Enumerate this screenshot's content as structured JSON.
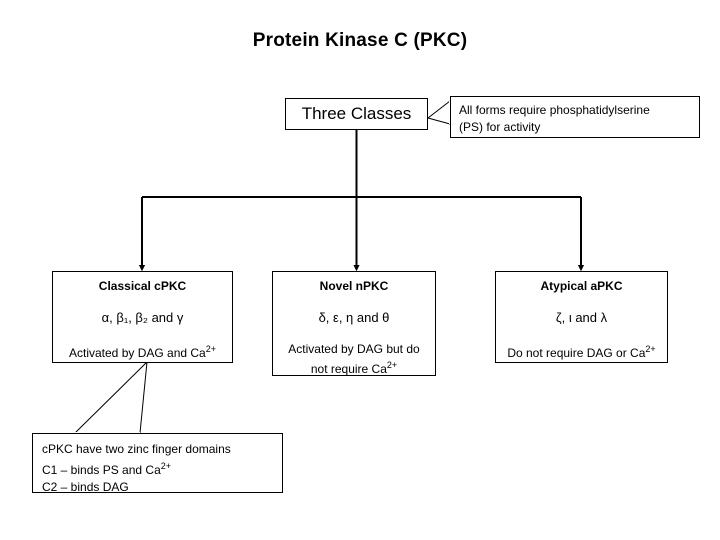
{
  "slide": {
    "title": "Protein Kinase C (PKC)",
    "background": "#ffffff",
    "line_color": "#000000"
  },
  "root": {
    "label": "Three Classes"
  },
  "callout_top": {
    "line1": "All forms require phosphatidylserine",
    "line2": "(PS) for activity"
  },
  "classes": [
    {
      "heading": "Classical cPKC",
      "isoforms": "α, β₁, β₂ and γ",
      "note_line1": "Activated by DAG and Ca",
      "note_sup1": "2+",
      "note_line2": "",
      "note_sup2": ""
    },
    {
      "heading": "Novel nPKC",
      "isoforms": "δ, ε, η and θ",
      "note_line1": "Activated by DAG but do",
      "note_sup1": "",
      "note_line2": "not require  Ca",
      "note_sup2": "2+"
    },
    {
      "heading": "Atypical aPKC",
      "isoforms": "ζ, ι and λ",
      "note_line1": "Do not require DAG or Ca",
      "note_sup1": "2+",
      "note_line2": "",
      "note_sup2": ""
    }
  ],
  "callout_bottom": {
    "line1": "cPKC have two zinc finger domains",
    "line2a": "C1 – binds PS and Ca",
    "line2sup": "2+",
    "line3": "C2 – binds DAG"
  }
}
